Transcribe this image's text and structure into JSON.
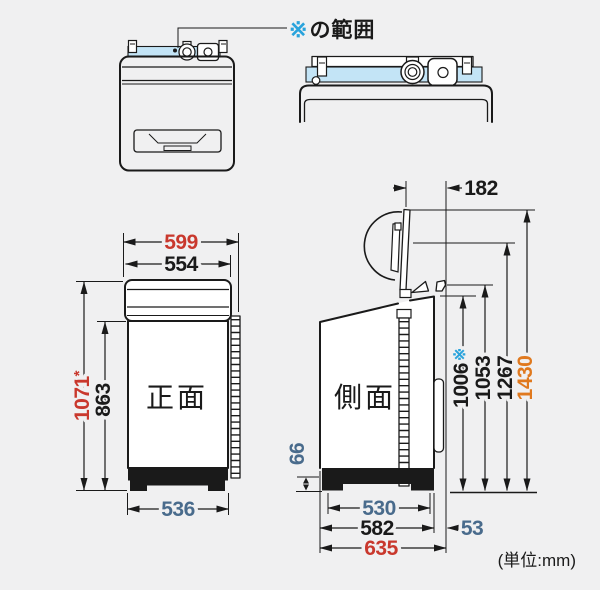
{
  "colors": {
    "background": "#f0f0f1",
    "line": "#1a1a1a",
    "red": "#c9382d",
    "orange": "#e0791e",
    "steel_blue": "#496b8c",
    "highlight_fill": "#c3e4f6",
    "accent_blue": "#29a3dc"
  },
  "legend": {
    "marker": "※",
    "label": "の範囲"
  },
  "unit_note": "(単位:mm)",
  "front_view": {
    "label": "正面",
    "overall_width": "599",
    "body_width": "554",
    "overall_height": "1071",
    "overall_height_note": "*",
    "body_height": "863",
    "base_width": "536"
  },
  "side_view": {
    "label": "側面",
    "lid_open_depth": "182",
    "height_top_rear": "1006",
    "height_marker": "※",
    "height_hook": "1053",
    "height_mid_lid": "1267",
    "height_lid_open": "1430",
    "base_height": "66",
    "feet_depth": "530",
    "body_depth": "582",
    "rear_clearance": "53",
    "overall_depth": "635"
  }
}
